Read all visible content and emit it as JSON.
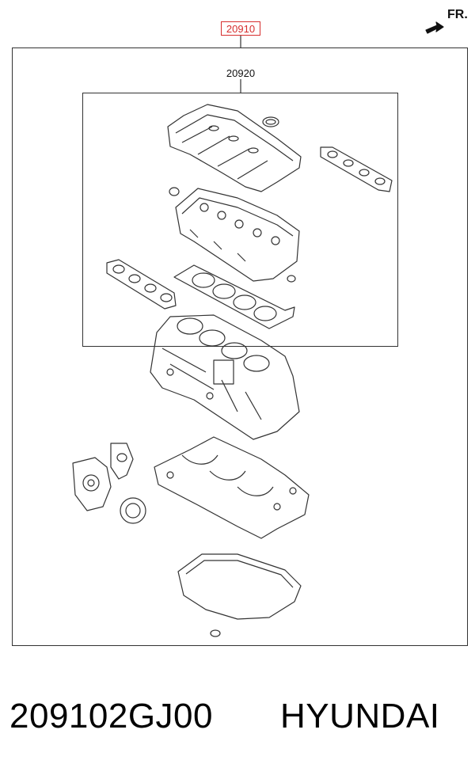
{
  "diagram": {
    "callout_main": "20910",
    "callout_sub": "20920",
    "orientation_label": "FR."
  },
  "footer": {
    "part_number": "209102GJ00",
    "brand": "HYUNDAI"
  },
  "colors": {
    "callout_border": "#d62e2e",
    "line": "#333333"
  }
}
